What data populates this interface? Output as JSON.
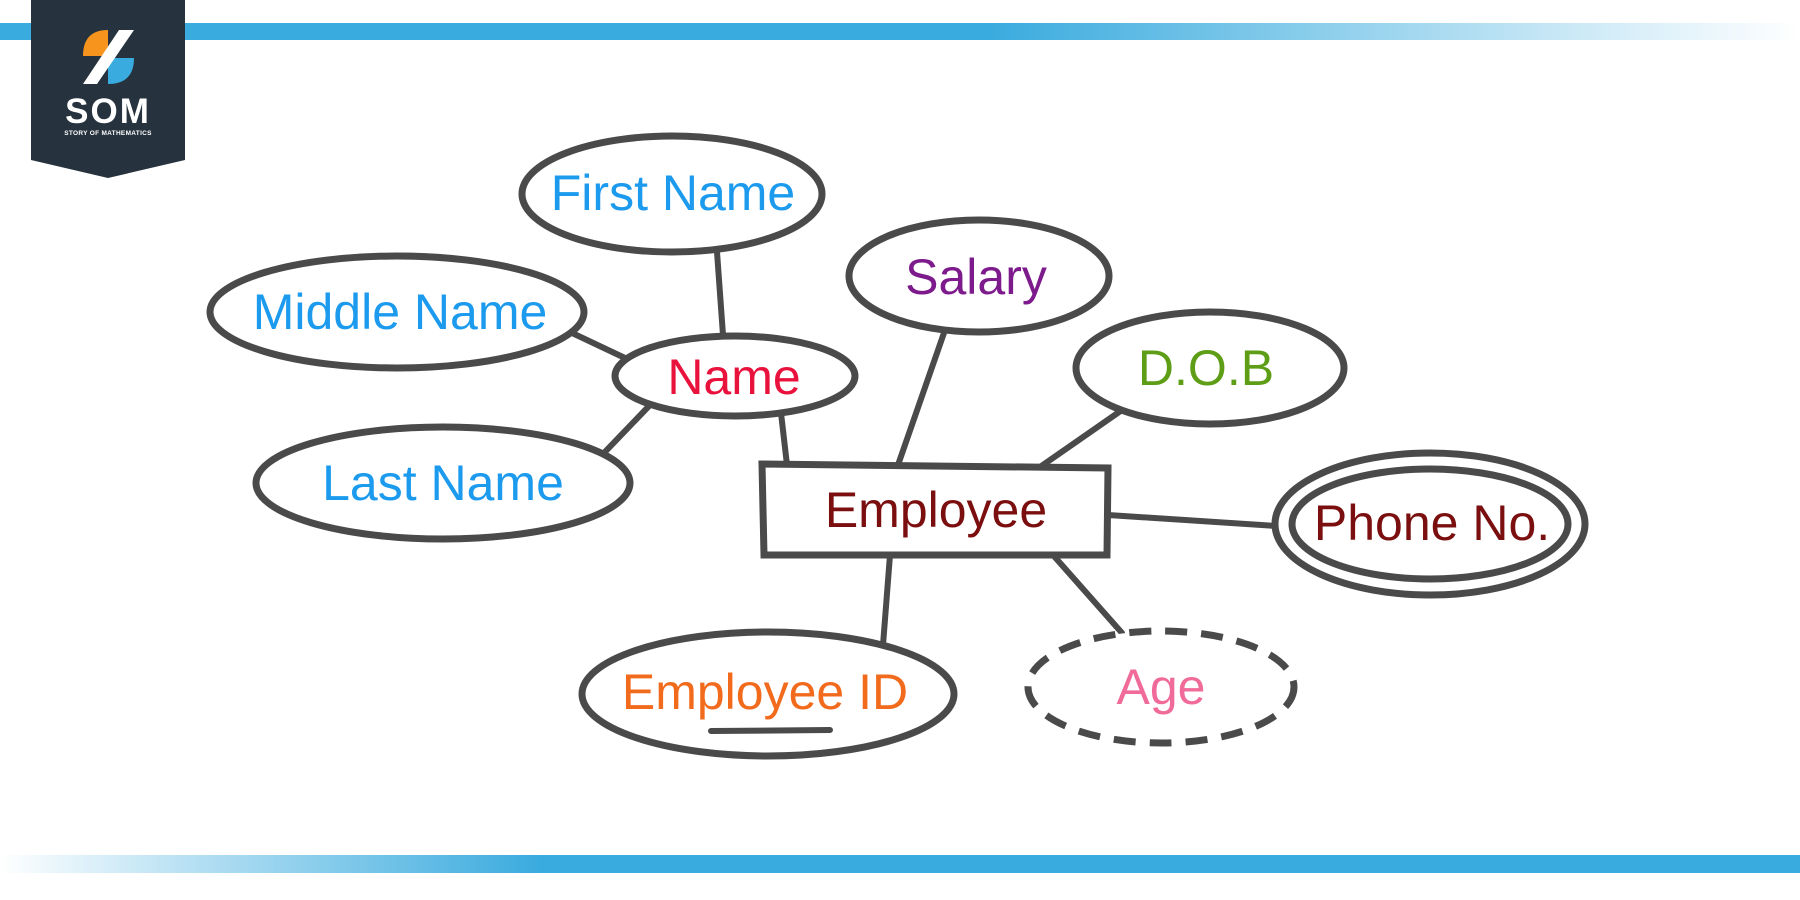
{
  "logo": {
    "main": "SOM",
    "sub": "STORY OF MATHEMATICS"
  },
  "colors": {
    "accent_bar": "#3aabde",
    "outline": "#4a4a4a",
    "logo_bg": "#26323d",
    "logo_orange": "#f7941d",
    "logo_blue": "#3aabde"
  },
  "diagram": {
    "entity": {
      "label": "Employee",
      "color": "#7b0f0f"
    },
    "attributes": {
      "first_name": {
        "label": "First Name",
        "color": "#1b9aee"
      },
      "middle_name": {
        "label": "Middle Name",
        "color": "#1b9aee"
      },
      "last_name": {
        "label": "Last Name",
        "color": "#1b9aee"
      },
      "name": {
        "label": "Name",
        "color": "#e8123c"
      },
      "salary": {
        "label": "Salary",
        "color": "#7d1a8c"
      },
      "dob": {
        "label": "D.O.B",
        "color": "#5e9e16"
      },
      "phone": {
        "label": "Phone No.",
        "color": "#7b0f0f"
      },
      "employee_id": {
        "label": "Employee ID",
        "color": "#f26b1d"
      },
      "age": {
        "label": "Age",
        "color": "#f06b9a"
      }
    }
  }
}
